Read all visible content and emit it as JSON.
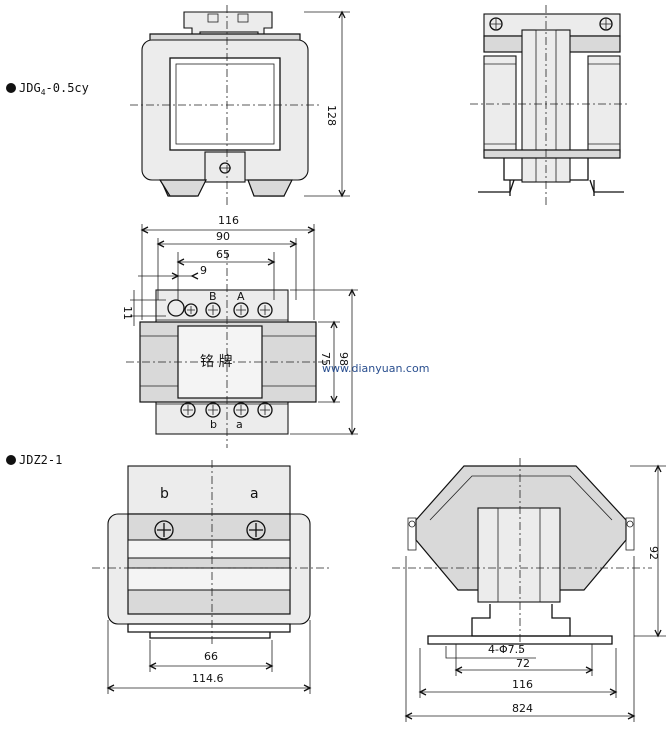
{
  "labels": {
    "model_a": "JDG",
    "model_a_sub": "4",
    "model_a_suffix": "-0.5cy",
    "model_b": "JDZ2-1",
    "watermark": "www.dianyuan.com",
    "nameplate": "铭 牌",
    "terminal_a": "a",
    "terminal_b": "b",
    "terminal_A": "A",
    "terminal_B": "B",
    "b_big": "b",
    "a_big": "a"
  },
  "dimensions": {
    "d128": "128",
    "d116_top": "116",
    "d90": "90",
    "d65": "65",
    "d9": "9",
    "d11": "11",
    "d75": "75",
    "d98": "98",
    "d92": "92",
    "d66": "66",
    "d114_6": "114.6",
    "d4phi": "4-Φ7.5",
    "d72": "72",
    "d116_bottom": "116",
    "d824": "824"
  }
}
